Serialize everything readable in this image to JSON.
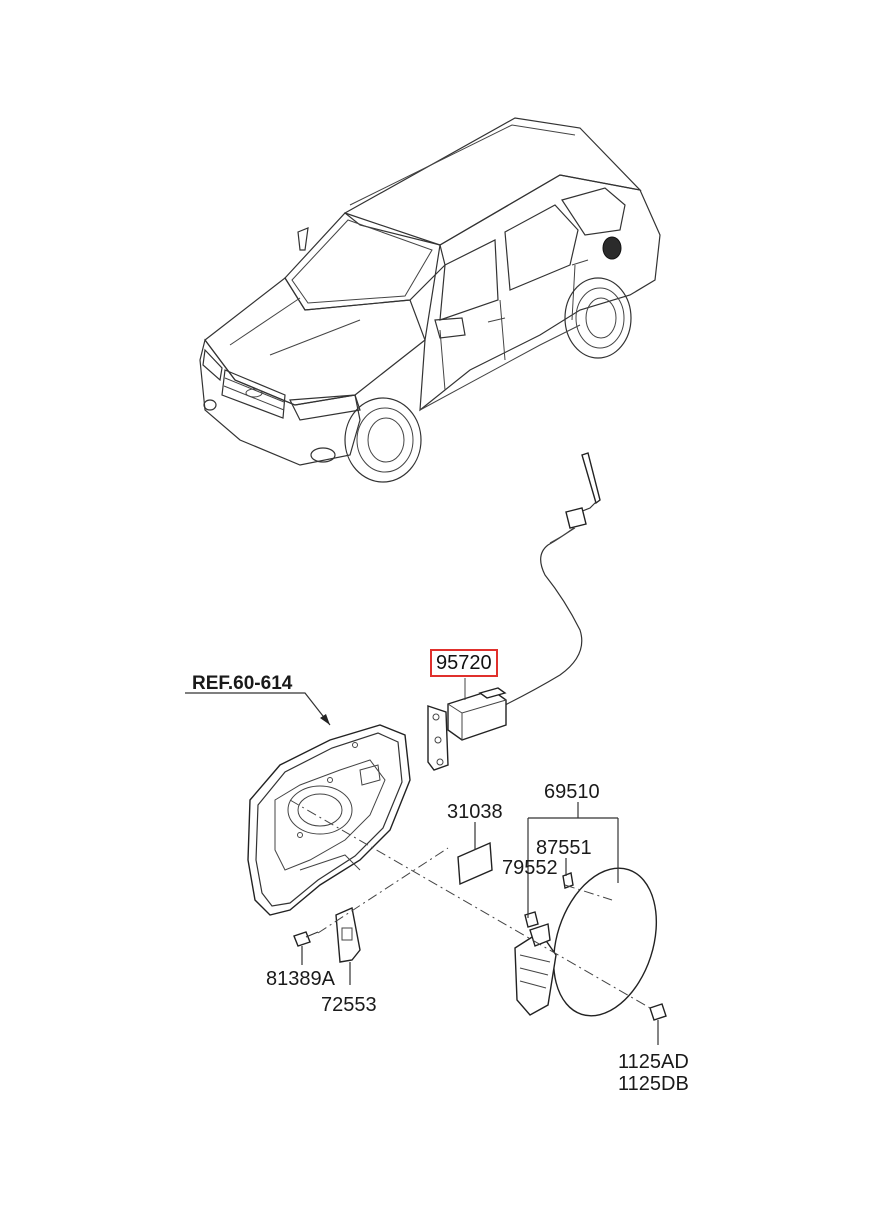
{
  "diagram": {
    "ref_label": "REF.60-614",
    "highlight_color": "#e0302c",
    "parts": {
      "p95720": "95720",
      "p69510": "69510",
      "p31038": "31038",
      "p87551": "87551",
      "p79552": "79552",
      "p81389A": "81389A",
      "p72553": "72553",
      "p1125AD": "1125AD",
      "p1125DB": "1125DB"
    }
  }
}
